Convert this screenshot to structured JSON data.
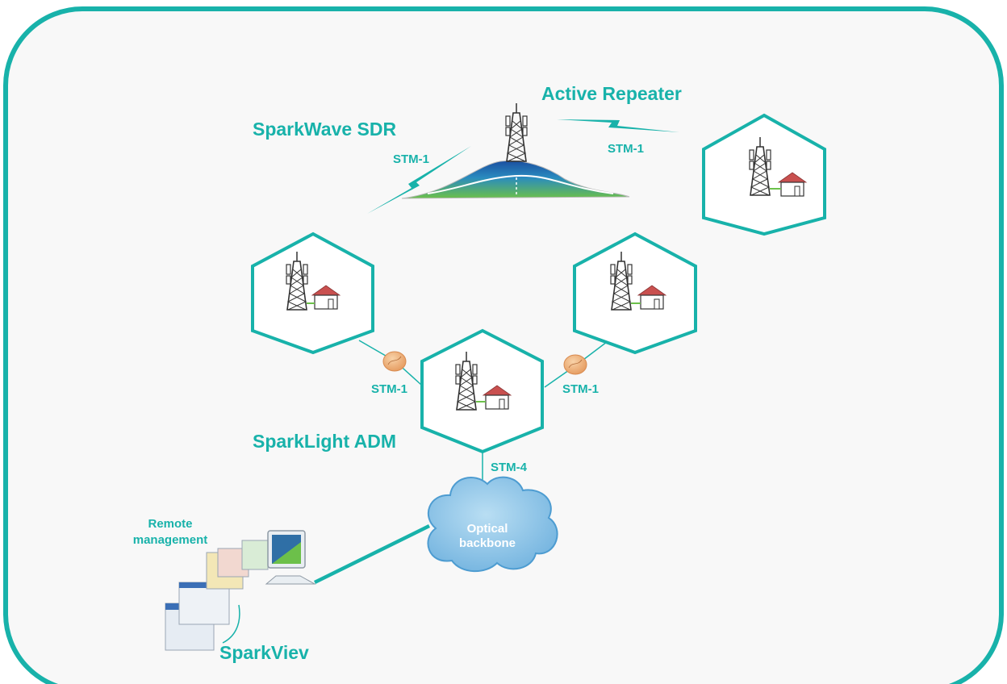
{
  "colors": {
    "teal": "#18b2aa",
    "tower": "#333333",
    "roof": "#c9504f",
    "cloud": "#8fc6e6",
    "mountain_top": "#1e5aa8",
    "mountain_base": "#5cb85c"
  },
  "labels": {
    "active_repeater": "Active Repeater",
    "sparkwave_sdr": "SparkWave SDR",
    "sparklight_adm": "SparkLight ADM",
    "sparkview": "SparkViev",
    "remote_management_line1": "Remote",
    "remote_management_line2": "management"
  },
  "links": {
    "sdr_link": "STM-1",
    "repeater_link": "STM-1",
    "left_fiber": "STM-1",
    "right_fiber": "STM-1",
    "backbone_link": "STM-4"
  },
  "cloud": {
    "line1": "Optical",
    "line2": "backbone"
  },
  "icons": [
    "cell-tower-icon",
    "house-icon",
    "mountain-icon",
    "lightning-icon",
    "fiber-splice-icon",
    "cloud-icon",
    "monitor-icon"
  ]
}
